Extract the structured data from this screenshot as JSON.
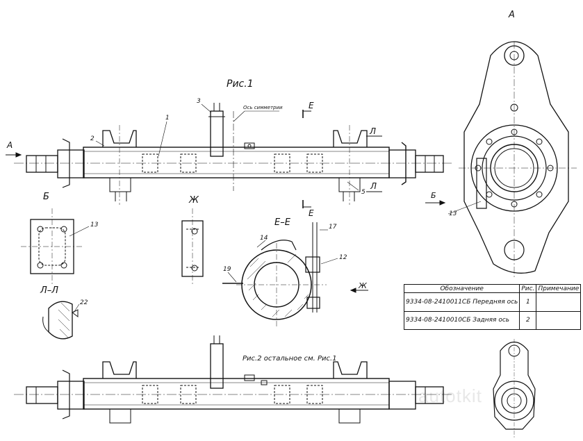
{
  "figure_labels": {
    "fig1": "Рис.1",
    "fig2_note": "Рис.2  остальное см. Рис.1",
    "view_A": "A",
    "view_B": "Б",
    "view_Zh": "Ж",
    "section_EE": "Е–Е",
    "section_LL": "Л–Л",
    "sym_axis": "Ось симметрии"
  },
  "markers": {
    "arrow_A": "A",
    "cut_E_top": "Е",
    "cut_E_bottom": "Е",
    "cut_L_top": "Л",
    "cut_L_bottom": "Л",
    "arrow_B": "Б",
    "arrow_Zh": "Ж"
  },
  "callouts": [
    "1",
    "2",
    "3",
    "5",
    "12",
    "13",
    "13",
    "14",
    "17",
    "19",
    "22"
  ],
  "table": {
    "headers": [
      "Обозначение",
      "Рис.",
      "Примечание"
    ],
    "rows": [
      {
        "designation": "9334-08-2410011СБ Передняя ось",
        "fig": "1",
        "note": ""
      },
      {
        "designation": "9334-08-2410010СБ Задняя ось",
        "fig": "2",
        "note": ""
      }
    ]
  },
  "watermark": "autotkit"
}
